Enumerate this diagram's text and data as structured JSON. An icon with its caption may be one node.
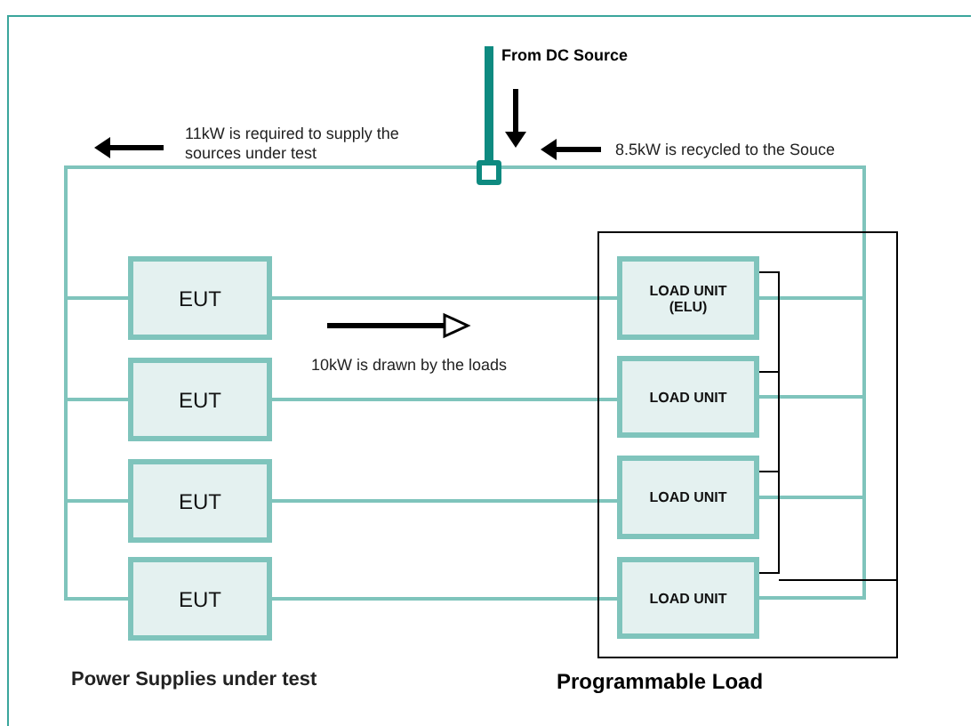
{
  "diagram": {
    "nodes": [
      {
        "text": [
          "From DC Source"
        ]
      },
      {
        "text": [],
        "shape": "box"
      },
      {
        "text": [
          "Programmable Load"
        ]
      },
      {
        "text": [
          "EUT"
        ]
      },
      {
        "text": [
          "EUT"
        ]
      },
      {
        "text": [
          "EUT"
        ]
      },
      {
        "text": [
          "EUT"
        ]
      },
      {
        "text": [
          "LOAD UNIT (ELU)"
        ],
        "in": 2
      },
      {
        "text": [
          "LOAD UNIT"
        ],
        "in": 2
      },
      {
        "text": [
          "LOAD UNIT"
        ],
        "in": 2
      },
      {
        "text": [
          "LOAD UNIT"
        ],
        "in": 2
      }
    ],
    "edges": [
      {
        "from": 0,
        "to": 1,
        "arrow": "none",
        "style": "thick",
        "color": "#0e8a80"
      },
      {
        "from": 1,
        "to": 3,
        "arrow": "none"
      },
      {
        "from": 1,
        "to": 4,
        "arrow": "none"
      },
      {
        "from": 1,
        "to": 5,
        "arrow": "none"
      },
      {
        "from": 1,
        "to": 6,
        "arrow": "none"
      },
      {
        "from": 3,
        "to": 7,
        "arrow": "none"
      },
      {
        "from": 4,
        "to": 8,
        "arrow": "none"
      },
      {
        "from": 5,
        "to": 9,
        "arrow": "none"
      },
      {
        "from": 6,
        "to": 10,
        "arrow": "none"
      },
      {
        "from": 1,
        "to": 7,
        "arrow": "none"
      },
      {
        "from": 1,
        "to": 8,
        "arrow": "none"
      },
      {
        "from": 1,
        "to": 9,
        "arrow": "none"
      },
      {
        "from": 1,
        "to": 10,
        "arrow": "none"
      },
      {
        "from": 7,
        "to": 8,
        "arrow": "none",
        "color": "#000000"
      },
      {
        "from": 8,
        "to": 9,
        "arrow": "none",
        "color": "#000000"
      },
      {
        "from": 9,
        "to": 10,
        "arrow": "none",
        "color": "#000000"
      }
    ],
    "labels": [
      "11kW is required to supply the sources under test",
      "8.5kW is recycled to the Souce",
      "10kW is drawn by the loads",
      "Power Supplies under test"
    ]
  }
}
